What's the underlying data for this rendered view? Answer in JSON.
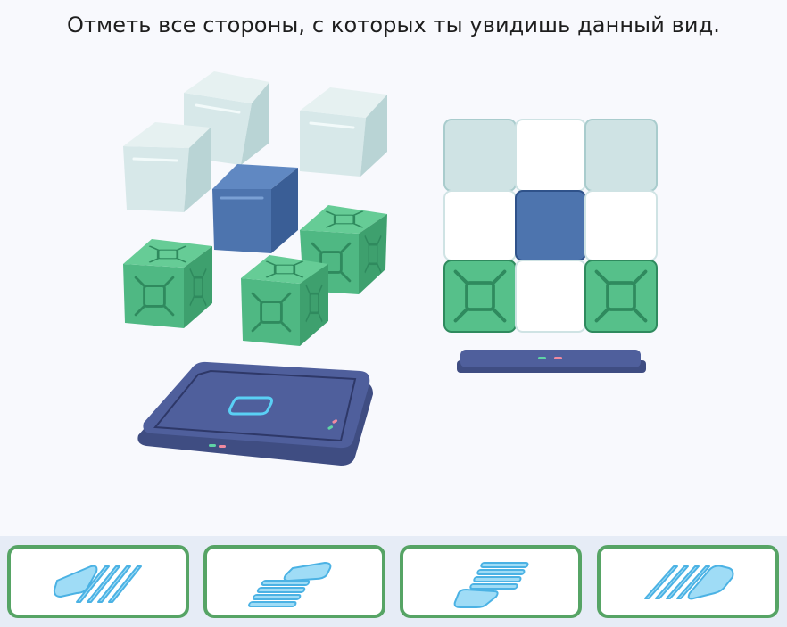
{
  "task": {
    "prompt": "Отметь все стороны, с которых ты увидишь данный вид."
  },
  "colors": {
    "ghost_cube": "#cfe3e4",
    "blue_cube": "#4d74ae",
    "green_cube": "#56c08a",
    "base": "#4a5a93",
    "option_border": "#56a465",
    "option_icon": "#9fdcf6"
  },
  "scene": {
    "cubes": [
      "ghost-cube",
      "ghost-cube",
      "ghost-cube",
      "blue-cube",
      "green-cube",
      "green-cube",
      "green-cube"
    ]
  },
  "view_grid": {
    "rows": [
      [
        "ghost",
        "empty",
        "ghost"
      ],
      [
        "empty",
        "blue",
        "empty"
      ],
      [
        "green",
        "empty",
        "green"
      ]
    ]
  },
  "options": [
    {
      "id": "left",
      "icon": "view-from-left-icon"
    },
    {
      "id": "front",
      "icon": "view-from-front-icon"
    },
    {
      "id": "back",
      "icon": "view-from-back-icon"
    },
    {
      "id": "right",
      "icon": "view-from-right-icon"
    }
  ]
}
